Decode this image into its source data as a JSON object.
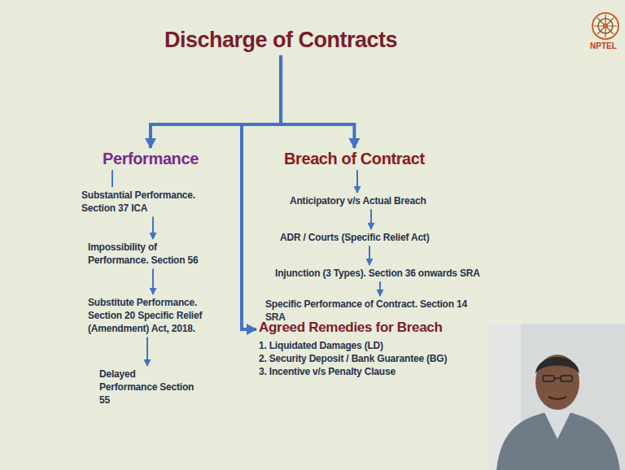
{
  "diagram": {
    "nodes": [
      {
        "text": [
          "Discharge of Contracts"
        ]
      },
      {
        "text": [
          "Performance"
        ]
      },
      {
        "text": [
          "Substantial Performance. Section 37 ICA"
        ]
      },
      {
        "text": [
          "Impossibility of Performance. Section 56"
        ]
      },
      {
        "text": [
          "Substitute Performance. Section 20 Specific Relief (Amendment) Act, 2018."
        ]
      },
      {
        "text": [
          "Delayed Performance Section 55"
        ]
      },
      {
        "text": [
          "Breach of Contract"
        ]
      },
      {
        "text": [
          "Anticipatory v/s Actual Breach"
        ]
      },
      {
        "text": [
          "ADR / Courts (Specific Relief Act)"
        ]
      },
      {
        "text": [
          "Injunction (3 Types). Section 36 onwards SRA"
        ]
      },
      {
        "text": [
          "Specific Performance of Contract. Section 14 SRA"
        ]
      },
      {
        "text": [
          "Agreed Remedies for Breach",
          "1. Liquidated Damages (LD)",
          "2. Security Deposit / Bank Guarantee (BG)",
          "3. Incentive v/s Penalty Clause"
        ]
      }
    ],
    "edges": [
      {
        "from": 0,
        "to": 1,
        "arrow": "to"
      },
      {
        "from": 0,
        "to": 6,
        "arrow": "to"
      },
      {
        "from": 0,
        "to": 11,
        "arrow": "to"
      },
      {
        "from": 1,
        "to": 2,
        "arrow": "none"
      },
      {
        "from": 2,
        "to": 3,
        "arrow": "to"
      },
      {
        "from": 3,
        "to": 4,
        "arrow": "to"
      },
      {
        "from": 4,
        "to": 5,
        "arrow": "to"
      },
      {
        "from": 6,
        "to": 7,
        "arrow": "to"
      },
      {
        "from": 7,
        "to": 8,
        "arrow": "to"
      },
      {
        "from": 8,
        "to": 9,
        "arrow": "to"
      },
      {
        "from": 9,
        "to": 10,
        "arrow": "to"
      }
    ],
    "labels": [
      "NPTEL"
    ]
  }
}
